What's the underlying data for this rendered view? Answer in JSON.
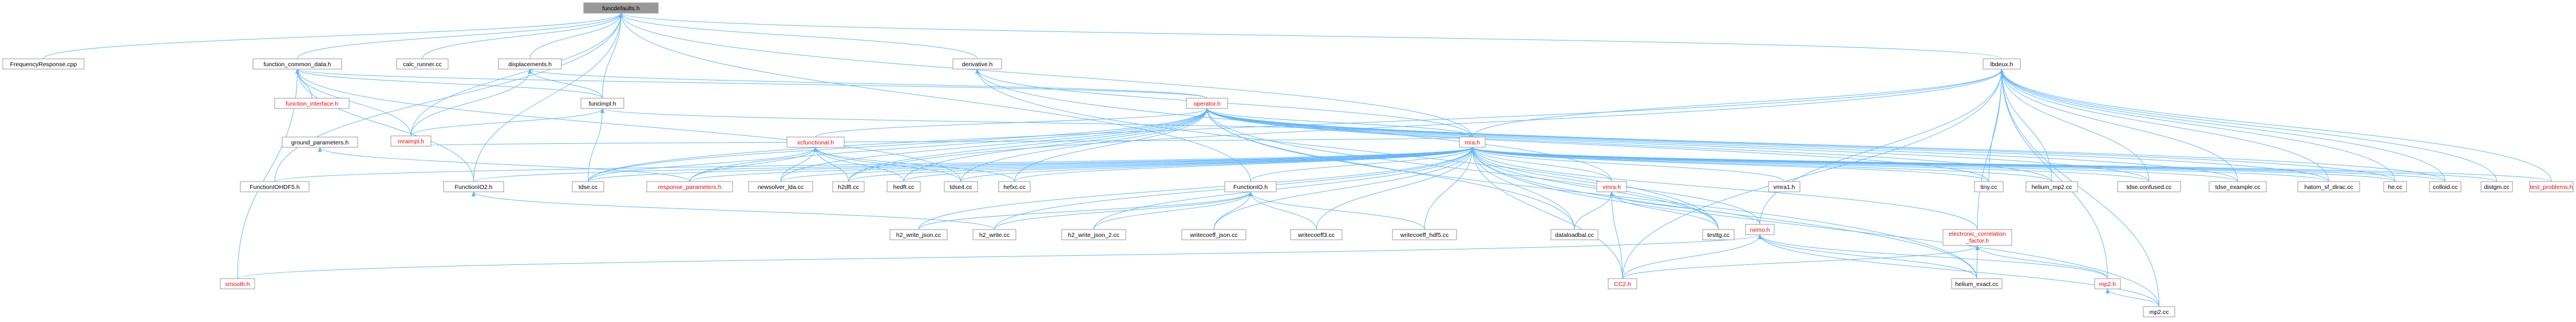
{
  "graph": {
    "colors": {
      "root_fill": "#999999",
      "node_fill": "#ffffff",
      "node_border": "#999999",
      "edge": "#63b8ff",
      "red_label": "#ff0000",
      "black_label": "#000000"
    },
    "nodes": [
      {
        "id": "funcdefaults",
        "label": "funcdefaults.h",
        "root": true
      },
      {
        "id": "freqresp",
        "label": "FrequencyResponse.cpp"
      },
      {
        "id": "fcd",
        "label": "function_common_data.h"
      },
      {
        "id": "calc_runner",
        "label": "calc_runner.cc"
      },
      {
        "id": "displacements",
        "label": "displacements.h"
      },
      {
        "id": "derivative",
        "label": "derivative.h"
      },
      {
        "id": "lbdeux",
        "label": "lbdeux.h"
      },
      {
        "id": "function_interface",
        "label": "function_interface.h",
        "red": true
      },
      {
        "id": "funcimpl",
        "label": "funcimpl.h"
      },
      {
        "id": "operator",
        "label": "operator.h",
        "red": true
      },
      {
        "id": "ground_parameters",
        "label": "ground_parameters.h"
      },
      {
        "id": "mraimpl",
        "label": "mraimpl.h",
        "red": true
      },
      {
        "id": "xcfunctional",
        "label": "xcfunctional.h",
        "red": true
      },
      {
        "id": "mra",
        "label": "mra.h",
        "red": true
      },
      {
        "id": "functionio_hdf5",
        "label": "FunctionIOHDF5.h"
      },
      {
        "id": "functionio2",
        "label": "FunctionIO2.h"
      },
      {
        "id": "tdse",
        "label": "tdse.cc"
      },
      {
        "id": "response_parameters",
        "label": "response_parameters.h",
        "red": true
      },
      {
        "id": "newsolver_lda",
        "label": "newsolver_lda.cc"
      },
      {
        "id": "h2dft",
        "label": "h2dft.cc"
      },
      {
        "id": "hedft",
        "label": "hedft.cc"
      },
      {
        "id": "tdse4",
        "label": "tdse4.cc"
      },
      {
        "id": "hefxc",
        "label": "hefxc.cc"
      },
      {
        "id": "functionio",
        "label": "FunctionIO.h"
      },
      {
        "id": "vmra",
        "label": "vmra.h",
        "red": true
      },
      {
        "id": "vmra1",
        "label": "vmra1.h"
      },
      {
        "id": "tiny",
        "label": "tiny.cc"
      },
      {
        "id": "helium_mp2",
        "label": "helium_mp2.cc"
      },
      {
        "id": "tdse_confused",
        "label": "tdse.confused.cc"
      },
      {
        "id": "tdse_example",
        "label": "tdse_example.cc"
      },
      {
        "id": "hatom_sf_dirac",
        "label": "hatom_sf_dirac.cc"
      },
      {
        "id": "he",
        "label": "he.cc"
      },
      {
        "id": "colloid",
        "label": "colloid.cc"
      },
      {
        "id": "dirac_gpm",
        "label": "distgm.cc"
      },
      {
        "id": "test_problems",
        "label": "test_problems.h",
        "red": true
      },
      {
        "id": "h2_write_json",
        "label": "h2_write_json.cc"
      },
      {
        "id": "h2_write",
        "label": "h2_write.cc"
      },
      {
        "id": "h2_write_json_2",
        "label": "h2_write_json_2.cc"
      },
      {
        "id": "writecoeff_json",
        "label": "writecoeff_json.cc"
      },
      {
        "id": "writecoeff3",
        "label": "writecoeff3.cc"
      },
      {
        "id": "writecoeff_hdf5",
        "label": "writecoeff_hdf5.cc"
      },
      {
        "id": "dataloadbal",
        "label": "dataloadbal.cc"
      },
      {
        "id": "testtg",
        "label": "testtg.cc"
      },
      {
        "id": "nemo",
        "label": "nemo.h",
        "red": true
      },
      {
        "id": "ecf",
        "label": "electronic_correlation\n_factor.h",
        "red": true
      },
      {
        "id": "smooth",
        "label": "smooth.h",
        "red": true
      },
      {
        "id": "cc2",
        "label": "CC2.h",
        "red": true
      },
      {
        "id": "helium_exact",
        "label": "helium_exact.cc"
      },
      {
        "id": "mp2h",
        "label": "mp2.h",
        "red": true
      },
      {
        "id": "mp2cc",
        "label": "mp2.cc"
      }
    ],
    "edges": [
      [
        "freqresp",
        "funcdefaults"
      ],
      [
        "fcd",
        "funcdefaults"
      ],
      [
        "calc_runner",
        "funcdefaults"
      ],
      [
        "displacements",
        "funcdefaults"
      ],
      [
        "derivative",
        "funcdefaults"
      ],
      [
        "lbdeux",
        "funcdefaults"
      ],
      [
        "funcimpl",
        "funcdefaults"
      ],
      [
        "mraimpl",
        "funcdefaults"
      ],
      [
        "functionio_hdf5",
        "funcdefaults"
      ],
      [
        "functionio2",
        "funcdefaults"
      ],
      [
        "functionio",
        "funcdefaults"
      ],
      [
        "mra",
        "funcdefaults"
      ],
      [
        "function_interface",
        "fcd"
      ],
      [
        "funcimpl",
        "fcd"
      ],
      [
        "operator",
        "fcd"
      ],
      [
        "mraimpl",
        "fcd"
      ],
      [
        "smooth",
        "fcd"
      ],
      [
        "functionio2",
        "fcd"
      ],
      [
        "tdse4",
        "fcd"
      ],
      [
        "funcimpl",
        "displacements"
      ],
      [
        "operator",
        "displacements"
      ],
      [
        "mraimpl",
        "displacements"
      ],
      [
        "mra",
        "derivative"
      ],
      [
        "vmra",
        "derivative"
      ],
      [
        "testtg",
        "derivative"
      ],
      [
        "mra",
        "lbdeux"
      ],
      [
        "tiny",
        "lbdeux"
      ],
      [
        "helium_mp2",
        "lbdeux"
      ],
      [
        "tdse_confused",
        "lbdeux"
      ],
      [
        "tdse_example",
        "lbdeux"
      ],
      [
        "hatom_sf_dirac",
        "lbdeux"
      ],
      [
        "he",
        "lbdeux"
      ],
      [
        "colloid",
        "lbdeux"
      ],
      [
        "dirac_gpm",
        "lbdeux"
      ],
      [
        "test_problems",
        "lbdeux"
      ],
      [
        "tdse",
        "lbdeux"
      ],
      [
        "h2dft",
        "lbdeux"
      ],
      [
        "ecf",
        "lbdeux"
      ],
      [
        "nemo",
        "lbdeux"
      ],
      [
        "mp2h",
        "lbdeux"
      ],
      [
        "mp2cc",
        "lbdeux"
      ],
      [
        "cc2",
        "lbdeux"
      ],
      [
        "mraimpl",
        "funcimpl"
      ],
      [
        "mra",
        "funcimpl"
      ],
      [
        "tdse",
        "funcimpl"
      ],
      [
        "mra",
        "operator"
      ],
      [
        "xcfunctional",
        "operator"
      ],
      [
        "tdse",
        "operator"
      ],
      [
        "newsolver_lda",
        "operator"
      ],
      [
        "h2dft",
        "operator"
      ],
      [
        "hedft",
        "operator"
      ],
      [
        "tdse4",
        "operator"
      ],
      [
        "hefxc",
        "operator"
      ],
      [
        "tiny",
        "operator"
      ],
      [
        "helium_mp2",
        "operator"
      ],
      [
        "tdse_confused",
        "operator"
      ],
      [
        "tdse_example",
        "operator"
      ],
      [
        "hatom_sf_dirac",
        "operator"
      ],
      [
        "he",
        "operator"
      ],
      [
        "colloid",
        "operator"
      ],
      [
        "dataloadbal",
        "operator"
      ],
      [
        "testtg",
        "operator"
      ],
      [
        "helium_exact",
        "operator"
      ],
      [
        "response_parameters",
        "operator"
      ],
      [
        "response_parameters",
        "ground_parameters"
      ],
      [
        "mraimpl",
        "mra"
      ],
      [
        "functionio_hdf5",
        "mra"
      ],
      [
        "functionio2",
        "mra"
      ],
      [
        "tdse",
        "mra"
      ],
      [
        "response_parameters",
        "mra"
      ],
      [
        "newsolver_lda",
        "mra"
      ],
      [
        "h2dft",
        "mra"
      ],
      [
        "hedft",
        "mra"
      ],
      [
        "tdse4",
        "mra"
      ],
      [
        "hefxc",
        "mra"
      ],
      [
        "functionio",
        "mra"
      ],
      [
        "vmra",
        "mra"
      ],
      [
        "vmra1",
        "mra"
      ],
      [
        "tiny",
        "mra"
      ],
      [
        "helium_mp2",
        "mra"
      ],
      [
        "tdse_confused",
        "mra"
      ],
      [
        "tdse_example",
        "mra"
      ],
      [
        "hatom_sf_dirac",
        "mra"
      ],
      [
        "he",
        "mra"
      ],
      [
        "colloid",
        "mra"
      ],
      [
        "dirac_gpm",
        "mra"
      ],
      [
        "test_problems",
        "mra"
      ],
      [
        "h2_write_json",
        "mra"
      ],
      [
        "h2_write",
        "mra"
      ],
      [
        "h2_write_json_2",
        "mra"
      ],
      [
        "writecoeff_json",
        "mra"
      ],
      [
        "writecoeff3",
        "mra"
      ],
      [
        "writecoeff_hdf5",
        "mra"
      ],
      [
        "dataloadbal",
        "mra"
      ],
      [
        "testtg",
        "mra"
      ],
      [
        "nemo",
        "mra"
      ],
      [
        "ecf",
        "mra"
      ],
      [
        "cc2",
        "mra"
      ],
      [
        "helium_exact",
        "mra"
      ],
      [
        "mp2cc",
        "mra"
      ],
      [
        "tdse",
        "xcfunctional"
      ],
      [
        "response_parameters",
        "xcfunctional"
      ],
      [
        "newsolver_lda",
        "xcfunctional"
      ],
      [
        "h2dft",
        "xcfunctional"
      ],
      [
        "hedft",
        "xcfunctional"
      ],
      [
        "tdse4",
        "xcfunctional"
      ],
      [
        "hefxc",
        "xcfunctional"
      ],
      [
        "h2_write_json",
        "functionio"
      ],
      [
        "h2_write",
        "functionio"
      ],
      [
        "h2_write_json_2",
        "functionio"
      ],
      [
        "writecoeff_json",
        "functionio"
      ],
      [
        "writecoeff3",
        "functionio"
      ],
      [
        "writecoeff_hdf5",
        "functionio"
      ],
      [
        "h2_write",
        "functionio2"
      ],
      [
        "dataloadbal",
        "vmra"
      ],
      [
        "testtg",
        "vmra"
      ],
      [
        "nemo",
        "vmra"
      ],
      [
        "cc2",
        "vmra"
      ],
      [
        "smooth",
        "nemo"
      ],
      [
        "cc2",
        "nemo"
      ],
      [
        "helium_exact",
        "nemo"
      ],
      [
        "mp2h",
        "nemo"
      ],
      [
        "mp2cc",
        "nemo"
      ],
      [
        "helium_exact",
        "ecf"
      ],
      [
        "mp2h",
        "ecf"
      ],
      [
        "cc2",
        "ecf"
      ],
      [
        "mp2cc",
        "mp2h"
      ]
    ]
  }
}
